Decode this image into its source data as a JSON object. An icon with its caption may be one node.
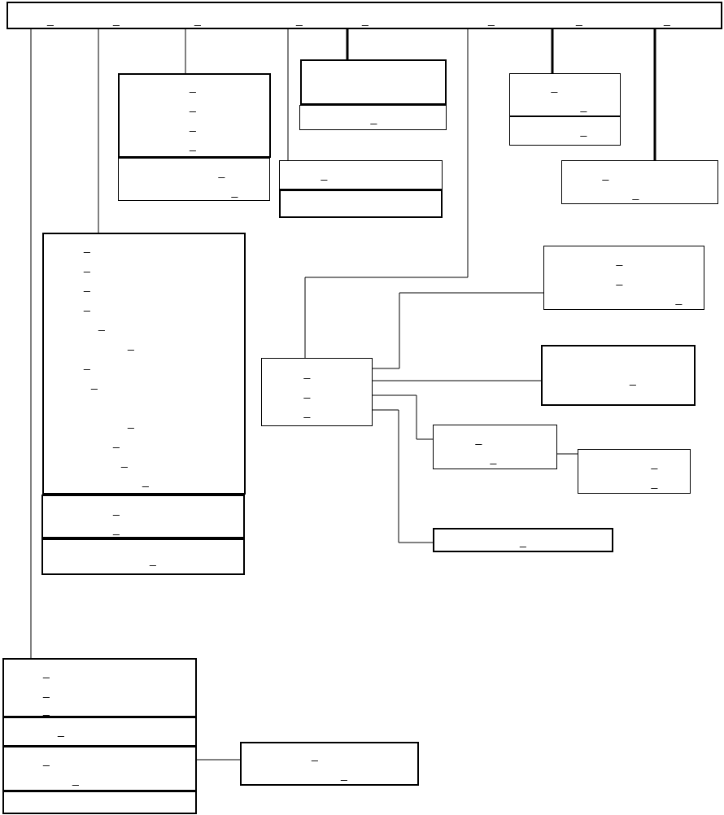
{
  "diagram": {
    "nodes": [
      {
        "text": [
          "_",
          "_",
          "_",
          "_",
          "_",
          "_",
          "_",
          "_"
        ]
      },
      {
        "text": [
          "_",
          "_",
          "_",
          "_"
        ]
      },
      {
        "text": [
          "_",
          "_"
        ]
      },
      {
        "text": [],
        "shape": "box"
      },
      {
        "text": [
          "_"
        ]
      },
      {
        "text": [
          "_"
        ]
      },
      {
        "text": [],
        "shape": "box"
      },
      {
        "text": [
          "_",
          "_"
        ]
      },
      {
        "text": [
          "_"
        ]
      },
      {
        "text": [
          "_",
          "_"
        ]
      },
      {
        "text": [
          "_",
          "_",
          "_",
          "_",
          "_",
          "_",
          "_",
          "_",
          "_",
          "_",
          "_",
          "_"
        ]
      },
      {
        "text": [
          "_",
          "_"
        ]
      },
      {
        "text": [
          "_"
        ]
      },
      {
        "text": [
          "_",
          "_",
          "_"
        ]
      },
      {
        "text": [
          "_",
          "_",
          "_"
        ]
      },
      {
        "text": [
          "_"
        ]
      },
      {
        "text": [
          "_",
          "_"
        ]
      },
      {
        "text": [
          "_",
          "_"
        ]
      },
      {
        "text": [
          "_"
        ]
      },
      {
        "text": [
          "_",
          "_",
          "_"
        ]
      },
      {
        "text": [
          "_"
        ]
      },
      {
        "text": [
          "_",
          "_"
        ]
      },
      {
        "text": [],
        "shape": "box"
      },
      {
        "text": [
          "_",
          "_"
        ]
      }
    ],
    "edges": [
      {
        "from": 0,
        "to": 19,
        "arrow": "none"
      },
      {
        "from": 0,
        "to": 10,
        "arrow": "none"
      },
      {
        "from": 0,
        "to": 1,
        "arrow": "none"
      },
      {
        "from": 0,
        "to": 5,
        "arrow": "none"
      },
      {
        "from": 0,
        "to": 3,
        "arrow": "none",
        "style": "thick"
      },
      {
        "from": 0,
        "to": 13,
        "arrow": "none"
      },
      {
        "from": 0,
        "to": 7,
        "arrow": "none",
        "style": "thick"
      },
      {
        "from": 0,
        "to": 9,
        "arrow": "none",
        "style": "thick"
      },
      {
        "from": 13,
        "to": 14,
        "arrow": "none"
      },
      {
        "from": 13,
        "to": 15,
        "arrow": "none"
      },
      {
        "from": 13,
        "to": 16,
        "arrow": "none"
      },
      {
        "from": 13,
        "to": 18,
        "arrow": "none"
      },
      {
        "from": 16,
        "to": 17,
        "arrow": "none"
      },
      {
        "from": 21,
        "to": 23,
        "arrow": "none"
      }
    ]
  }
}
